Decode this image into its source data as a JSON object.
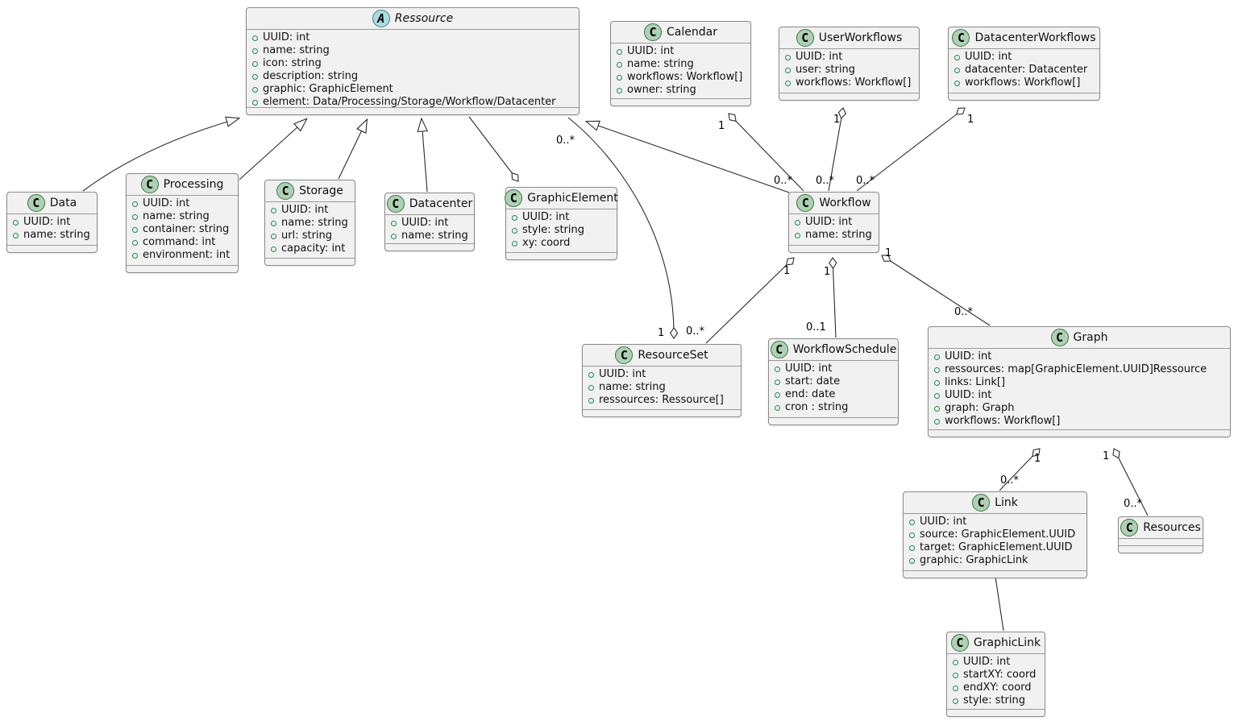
{
  "diagram": {
    "kind": "uml-class-diagram",
    "background": "#ffffff",
    "colors": {
      "box_fill": "#f1f1f1",
      "box_border": "#8a8a8a",
      "line": "#2b2b2b",
      "class_icon_fill": "#add1b2",
      "class_icon_border": "#41704a",
      "abstract_icon_fill": "#a9dcdf",
      "abstract_icon_border": "#4e7f82",
      "field_bullet_outline": "#1f8a4d"
    },
    "icons": {
      "class_circle_letter": "C",
      "abstract_circle_letter": "A",
      "field_visibility": "green-open-circle"
    }
  },
  "classes": [
    {
      "id": "ressource",
      "name": "Ressource",
      "stereotype": "abstract",
      "icon_letter": "A",
      "attrs": [
        "UUID: int",
        "name: string",
        "icon: string",
        "description: string",
        "graphic: GraphicElement",
        "element: Data/Processing/Storage/Workflow/Datacenter"
      ]
    },
    {
      "id": "calendar",
      "name": "Calendar",
      "stereotype": "class",
      "icon_letter": "C",
      "attrs": [
        "UUID: int",
        "name: string",
        "workflows: Workflow[]",
        "owner: string"
      ]
    },
    {
      "id": "userworkflows",
      "name": "UserWorkflows",
      "stereotype": "class",
      "icon_letter": "C",
      "attrs": [
        "UUID: int",
        "user: string",
        "workflows: Workflow[]"
      ]
    },
    {
      "id": "datacenterworkflows",
      "name": "DatacenterWorkflows",
      "stereotype": "class",
      "icon_letter": "C",
      "attrs": [
        "UUID: int",
        "datacenter: Datacenter",
        "workflows: Workflow[]"
      ]
    },
    {
      "id": "data",
      "name": "Data",
      "stereotype": "class",
      "icon_letter": "C",
      "attrs": [
        "UUID: int",
        "name: string"
      ]
    },
    {
      "id": "processing",
      "name": "Processing",
      "stereotype": "class",
      "icon_letter": "C",
      "attrs": [
        "UUID: int",
        "name: string",
        "container: string",
        "command: int",
        "environment: int"
      ]
    },
    {
      "id": "storage",
      "name": "Storage",
      "stereotype": "class",
      "icon_letter": "C",
      "attrs": [
        "UUID: int",
        "name: string",
        "url: string",
        "capacity: int"
      ]
    },
    {
      "id": "datacenter",
      "name": "Datacenter",
      "stereotype": "class",
      "icon_letter": "C",
      "attrs": [
        "UUID: int",
        "name: string"
      ]
    },
    {
      "id": "graphicelement",
      "name": "GraphicElement",
      "stereotype": "class",
      "icon_letter": "C",
      "attrs": [
        "UUID: int",
        "style: string",
        "xy: coord"
      ]
    },
    {
      "id": "workflow",
      "name": "Workflow",
      "stereotype": "class",
      "icon_letter": "C",
      "attrs": [
        "UUID: int",
        "name: string"
      ]
    },
    {
      "id": "resourceset",
      "name": "ResourceSet",
      "stereotype": "class",
      "icon_letter": "C",
      "attrs": [
        "UUID: int",
        "name: string",
        "ressources: Ressource[]"
      ]
    },
    {
      "id": "workflowschedule",
      "name": "WorkflowSchedule",
      "stereotype": "class",
      "icon_letter": "C",
      "attrs": [
        "UUID: int",
        "start: date",
        "end: date",
        "cron : string"
      ]
    },
    {
      "id": "graph",
      "name": "Graph",
      "stereotype": "class",
      "icon_letter": "C",
      "attrs": [
        "UUID: int",
        "ressources: map[GraphicElement.UUID]Ressource",
        "links: Link[]",
        "UUID: int",
        "graph: Graph",
        "workflows: Workflow[]"
      ]
    },
    {
      "id": "link",
      "name": "Link",
      "stereotype": "class",
      "icon_letter": "C",
      "attrs": [
        "UUID: int",
        "source: GraphicElement.UUID",
        "target: GraphicElement.UUID",
        "graphic: GraphicLink"
      ]
    },
    {
      "id": "resources",
      "name": "Resources",
      "stereotype": "class",
      "icon_letter": "C",
      "attrs": []
    },
    {
      "id": "graphiclink",
      "name": "GraphicLink",
      "stereotype": "class",
      "icon_letter": "C",
      "attrs": [
        "UUID: int",
        "startXY: coord",
        "endXY: coord",
        "style: string"
      ]
    }
  ],
  "edges": {
    "data_to_ressource": {
      "type": "inheritance",
      "from": "Data",
      "to": "Ressource"
    },
    "processing_to_ressource": {
      "type": "inheritance",
      "from": "Processing",
      "to": "Ressource"
    },
    "storage_to_ressource": {
      "type": "inheritance",
      "from": "Storage",
      "to": "Ressource"
    },
    "datacenter_to_ressource": {
      "type": "inheritance",
      "from": "Datacenter",
      "to": "Ressource"
    },
    "workflow_to_ressource": {
      "type": "inheritance",
      "from": "Workflow",
      "to": "Ressource"
    },
    "ressource_graphicelement": {
      "type": "aggregation",
      "owner": "GraphicElement",
      "member": "Ressource"
    },
    "calendar_workflow": {
      "type": "aggregation",
      "owner": "Calendar",
      "member": "Workflow",
      "owner_label": "1",
      "member_label": "0..*"
    },
    "userworkflows_workflow": {
      "type": "aggregation",
      "owner": "UserWorkflows",
      "member": "Workflow",
      "owner_label": "1",
      "member_label": "0..*"
    },
    "datacenterworkflows_workflow": {
      "type": "aggregation",
      "owner": "DatacenterWorkflows",
      "member": "Workflow",
      "owner_label": "1",
      "member_label": "0..*"
    },
    "workflow_resourceset": {
      "type": "aggregation",
      "owner": "Workflow",
      "member": "ResourceSet",
      "owner_label": "1",
      "member_label": "0..*"
    },
    "workflow_workflowschedule": {
      "type": "aggregation",
      "owner": "Workflow",
      "member": "WorkflowSchedule",
      "owner_label": "1",
      "member_label": "0..1"
    },
    "workflow_graph": {
      "type": "aggregation",
      "owner": "Workflow",
      "member": "Graph",
      "owner_label": "1",
      "member_label": "0..*"
    },
    "resourceset_ressource": {
      "type": "aggregation",
      "owner": "ResourceSet",
      "member": "Ressource",
      "owner_label": "1",
      "member_label": "0..*"
    },
    "graph_link": {
      "type": "aggregation",
      "owner": "Graph",
      "member": "Link",
      "owner_label": "1",
      "member_label": "0..*"
    },
    "graph_resources": {
      "type": "aggregation",
      "owner": "Graph",
      "member": "Resources",
      "owner_label": "1",
      "member_label": "0..*"
    },
    "link_graphiclink": {
      "type": "association",
      "from": "Link",
      "to": "GraphicLink"
    }
  }
}
